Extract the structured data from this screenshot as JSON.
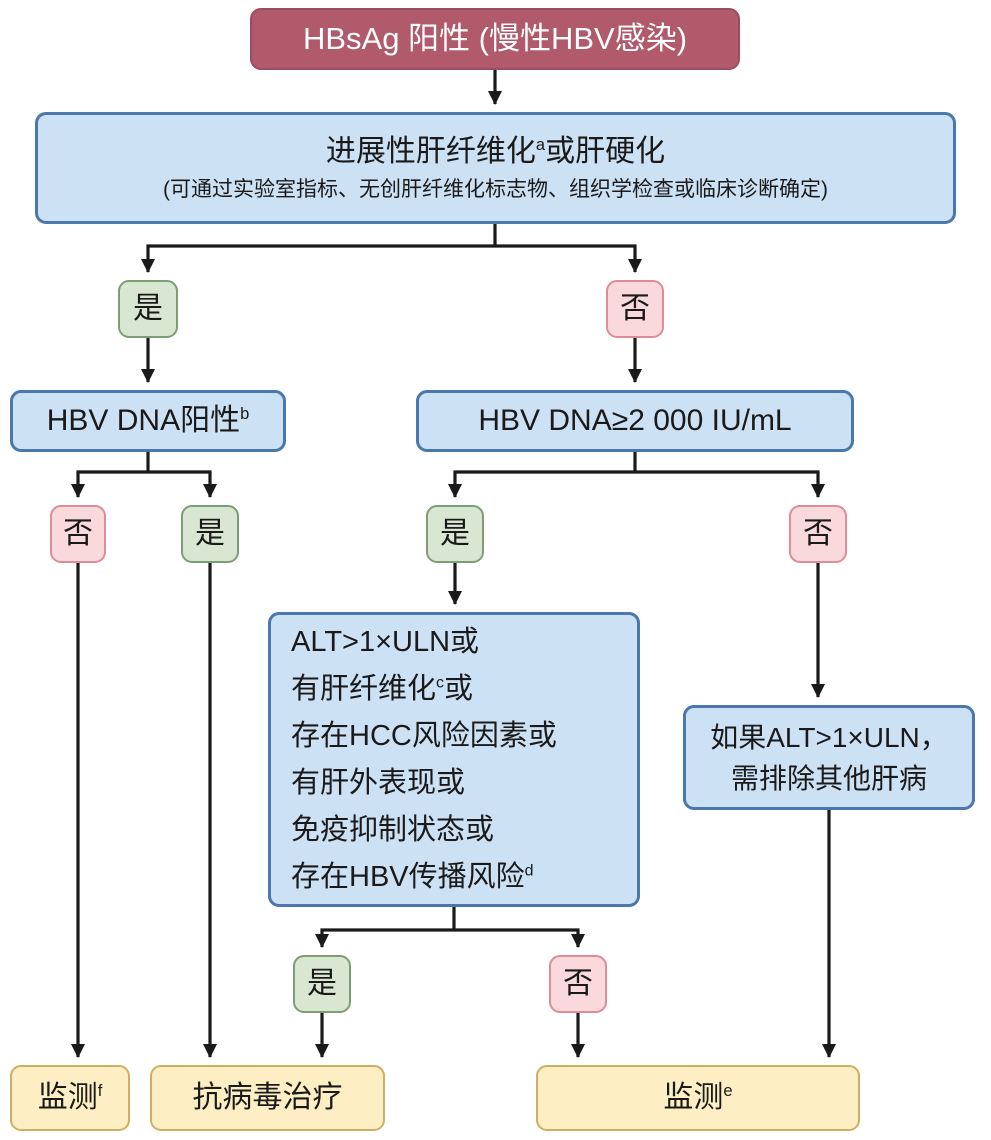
{
  "colors": {
    "maroon_fill": "#b05a6b",
    "blue_fill": "#cde1f5",
    "blue_border": "#4a77ae",
    "green_fill": "#d9e7d2",
    "pink_fill": "#fad9dc",
    "yellow_fill": "#fdefc3",
    "arrow": "#1a1a1a"
  },
  "nodes": {
    "root": {
      "text": "HBsAg 阳性 (慢性HBV感染)"
    },
    "fibrosis": {
      "title_pre": "进展性肝纤维化",
      "title_sup": "a",
      "title_post": "或肝硬化",
      "subtitle": "(可通过实验室指标、无创肝纤维化标志物、组织学检查或临床诊断确定)"
    },
    "yes1": {
      "text": "是"
    },
    "no1": {
      "text": "否"
    },
    "hbv_dna_pos": {
      "pre": "HBV DNA阳性",
      "sup": "b"
    },
    "no2": {
      "text": "否"
    },
    "yes2": {
      "text": "是"
    },
    "hbv_dna_2000": {
      "text": "HBV DNA≥2 000 IU/mL"
    },
    "yes3": {
      "text": "是"
    },
    "no3": {
      "text": "否"
    },
    "criteria": {
      "line1": "ALT>1×ULN或",
      "line2_pre": "有肝纤维化",
      "line2_sup": "c",
      "line2_post": "或",
      "line3": "存在HCC风险因素或",
      "line4": "有肝外表现或",
      "line5": "免疫抑制状态或",
      "line6_pre": "存在HBV传播风险",
      "line6_sup": "d"
    },
    "alt_exclude": {
      "line1": "如果ALT>1×ULN，",
      "line2": "需排除其他肝病"
    },
    "yes4": {
      "text": "是"
    },
    "no4": {
      "text": "否"
    },
    "monitor_f": {
      "pre": "监测",
      "sup": "f"
    },
    "antiviral": {
      "text": "抗病毒治疗"
    },
    "monitor_e": {
      "pre": "监测",
      "sup": "e"
    }
  }
}
